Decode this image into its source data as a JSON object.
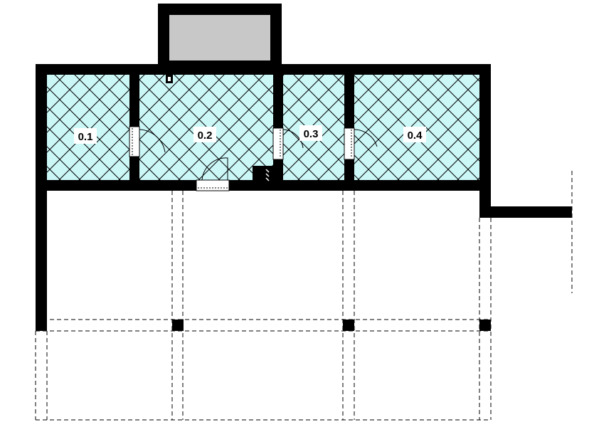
{
  "colors": {
    "wall": "#000000",
    "room_fill": "#ccf7f7",
    "hatch": "#000000",
    "annex_fill": "#c8c8c8",
    "background": "#ffffff",
    "dashed": "#000000"
  },
  "rooms": [
    {
      "id": "room-0-1",
      "label": "0.1"
    },
    {
      "id": "room-0-2",
      "label": "0.2"
    },
    {
      "id": "room-0-3",
      "label": "0.3"
    },
    {
      "id": "room-0-4",
      "label": "0.4"
    }
  ],
  "icons": {
    "stair": "stair-icon",
    "vent": "vent-icon",
    "door": "door-swing-icon"
  }
}
